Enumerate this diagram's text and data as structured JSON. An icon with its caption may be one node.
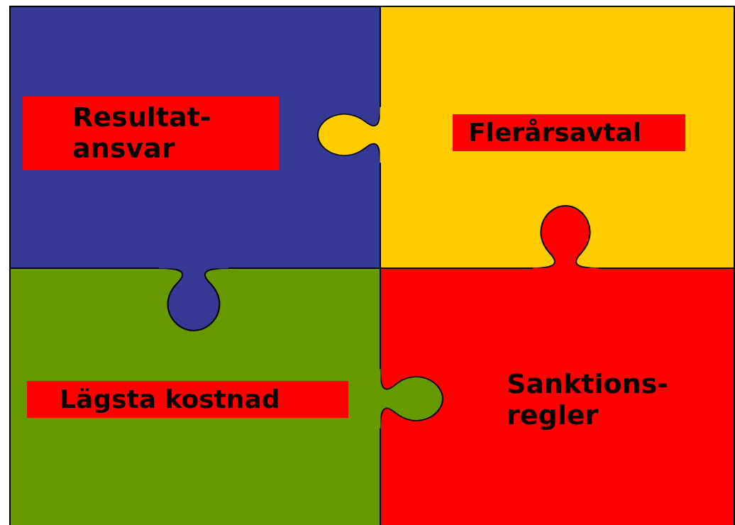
{
  "diagram": {
    "nodes": [
      {
        "text": [
          "Resultat- ansvar"
        ]
      },
      {
        "text": [
          "Flerårsavtal"
        ]
      },
      {
        "text": [
          "Lägsta kostnad"
        ]
      },
      {
        "text": [
          "Sanktions- regler"
        ]
      }
    ],
    "edges": []
  }
}
